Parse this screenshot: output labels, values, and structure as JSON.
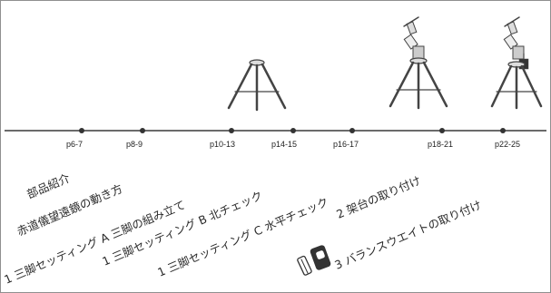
{
  "timeline": {
    "page_ranges": [
      "p6-7",
      "p8-9",
      "p10-13",
      "p14-15",
      "p16-17",
      "p18-21",
      "p22-25"
    ]
  },
  "steps": [
    "部品紹介",
    "赤道儀望遠鏡の動き方",
    "1 三脚セッティング A 三脚の組み立て",
    "1 三脚セッティング B 北チェック",
    "1 三脚セッティング C 水平チェック",
    "2 架台の取り付け",
    "3 バランスウエイトの取り付け"
  ],
  "colors": {
    "line": "#3a3a3a",
    "ink": "#222222",
    "tripod": "#444444",
    "weight": "#333333"
  }
}
